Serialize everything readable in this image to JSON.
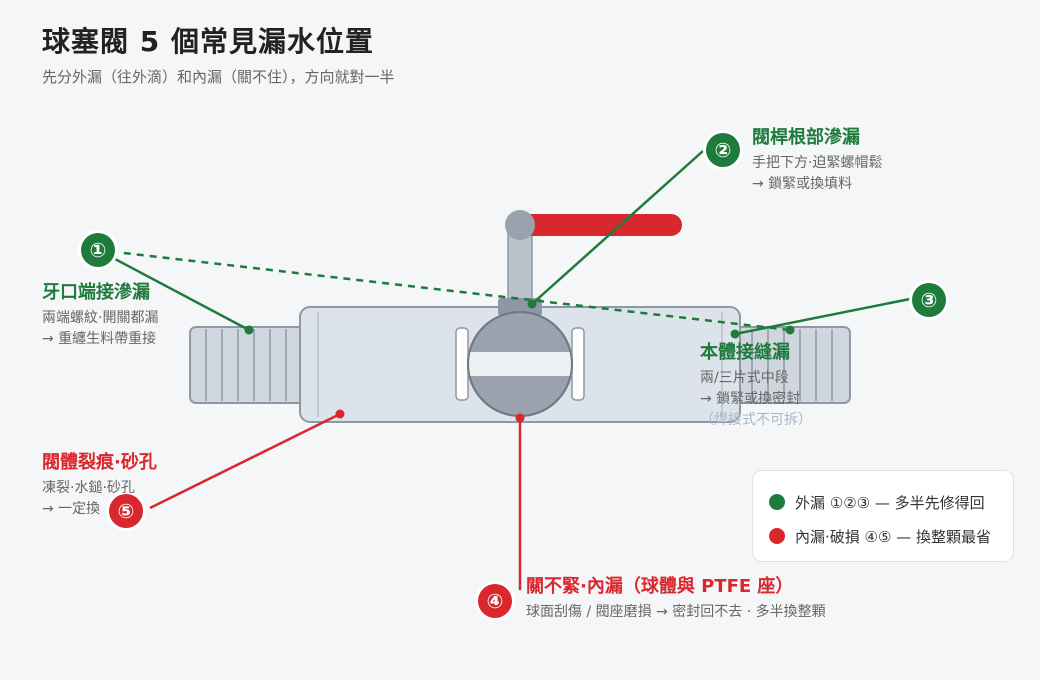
{
  "header": {
    "title": "球塞閥 5 個常見漏水位置",
    "subtitle": "先分外漏（往外滴）和內漏（關不住），方向就對一半"
  },
  "callouts": [
    {
      "marker": "①",
      "title": "牙口端接滲漏",
      "lines": [
        "兩端螺紋·開關都漏",
        "→ 重纏生料帶重接"
      ],
      "color": "green"
    },
    {
      "marker": "②",
      "title": "閥桿根部滲漏",
      "lines": [
        "手把下方·迫緊螺帽鬆",
        "→ 鎖緊或換填料"
      ],
      "color": "green"
    },
    {
      "marker": "③",
      "title": "本體接縫漏",
      "lines": [
        "兩/三片式中段",
        "→ 鎖緊或換密封",
        "（焊接式不可拆）"
      ],
      "color": "green"
    },
    {
      "marker": "④",
      "title": "關不緊·內漏（球體與 PTFE 座）",
      "lines": [
        "球面刮傷 / 閥座磨損 → 密封回不去 · 多半換整顆"
      ],
      "color": "red"
    },
    {
      "marker": "⑤",
      "title": "閥體裂痕·砂孔",
      "lines": [
        "凍裂·水鎚·砂孔",
        "→ 一定換"
      ],
      "color": "red"
    }
  ],
  "legend": [
    {
      "label": "外漏 ①②③ — 多半先修得回",
      "color": "#1e7b3c"
    },
    {
      "label": "內漏·破損 ④⑤ — 換整顆最省",
      "color": "#d8282e"
    }
  ],
  "colors": {
    "external": "#1e7b3c",
    "internal": "#d8282e",
    "handle": "#d8282e",
    "body": "#dde3ea",
    "ball": "#9aa3ad"
  }
}
